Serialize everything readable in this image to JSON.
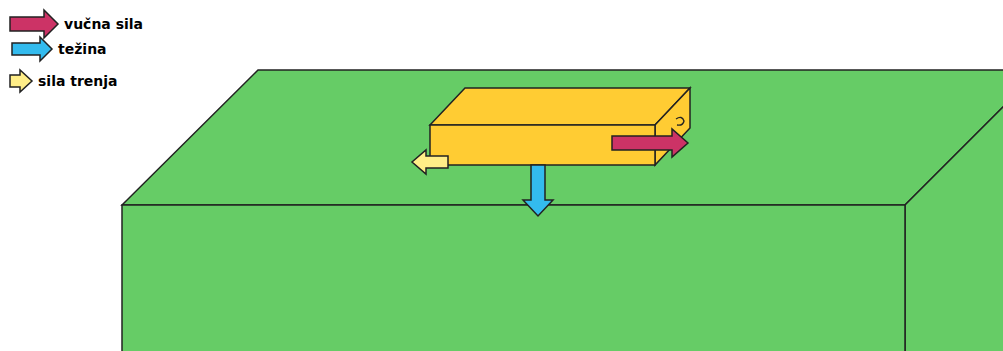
{
  "diagram": {
    "legend": [
      {
        "text": "vučna sila"
      },
      {
        "text": "težina"
      },
      {
        "text": "sila trenja"
      }
    ]
  }
}
